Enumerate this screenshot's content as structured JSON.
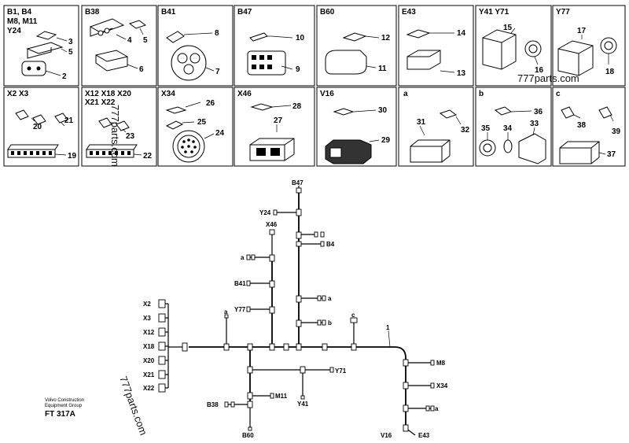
{
  "cells": [
    {
      "id": "b1",
      "lines": [
        "B1, B4",
        "M8, M11",
        "Y24"
      ],
      "items": [
        "3",
        "5",
        "2"
      ]
    },
    {
      "id": "b38",
      "lines": [
        "B38"
      ],
      "items": [
        "4",
        "6"
      ]
    },
    {
      "id": "b41",
      "lines": [
        "B41"
      ],
      "items": [
        "8",
        "7"
      ]
    },
    {
      "id": "b47",
      "lines": [
        "B47"
      ],
      "items": [
        "10",
        "9"
      ]
    },
    {
      "id": "b60",
      "lines": [
        "B60"
      ],
      "items": [
        "12",
        "11"
      ]
    },
    {
      "id": "e43",
      "lines": [
        "E43"
      ],
      "items": [
        "14",
        "13"
      ]
    },
    {
      "id": "y41",
      "lines": [
        "Y41  Y71"
      ],
      "items": [
        "15",
        "16"
      ]
    },
    {
      "id": "y77",
      "lines": [
        "Y77"
      ],
      "items": [
        "17",
        "18"
      ]
    },
    {
      "id": "x2",
      "lines": [
        "X2  X3"
      ],
      "items": [
        "20",
        "21",
        "19"
      ]
    },
    {
      "id": "x12",
      "lines": [
        "X12  X18  X20",
        "X21  X22"
      ],
      "items": [
        "23",
        "22"
      ]
    },
    {
      "id": "x34",
      "lines": [
        "X34"
      ],
      "items": [
        "26",
        "25",
        "24"
      ]
    },
    {
      "id": "x46",
      "lines": [
        "X46"
      ],
      "items": [
        "28",
        "27"
      ]
    },
    {
      "id": "v16",
      "lines": [
        "V16"
      ],
      "items": [
        "30",
        "29"
      ]
    },
    {
      "id": "a",
      "lines": [
        "a"
      ],
      "items": [
        "31",
        "32"
      ]
    },
    {
      "id": "b",
      "lines": [
        "b"
      ],
      "items": [
        "36",
        "35",
        "34",
        "33"
      ]
    },
    {
      "id": "c",
      "lines": [
        "c"
      ],
      "items": [
        "38",
        "39",
        "37"
      ]
    }
  ],
  "watermarks": [
    "777parts.com",
    "777parts.com",
    "777parts.com"
  ],
  "wiring": {
    "harness_number": "1",
    "labels": {
      "B47": "B47",
      "Y24": "Y24",
      "X46": "X46",
      "B4": "B4",
      "a1": "a",
      "B41": "B41",
      "a2": "a",
      "Y77": "Y77",
      "b": "b",
      "a3": "a",
      "c": "c",
      "X2": "X2",
      "X3": "X3",
      "X12": "X12",
      "X18": "X18",
      "X20": "X20",
      "X21": "X21",
      "X22": "X22",
      "Y71": "Y71",
      "M11": "M11",
      "B38": "B38",
      "Y41": "Y41",
      "B60": "B60",
      "M8": "M8",
      "X34": "X34",
      "a4": "a",
      "V16": "V16",
      "E43": "E43"
    }
  },
  "footer": {
    "line1": "Volvo Construction",
    "line2": "Equipment Group",
    "code": "FT 317A"
  }
}
